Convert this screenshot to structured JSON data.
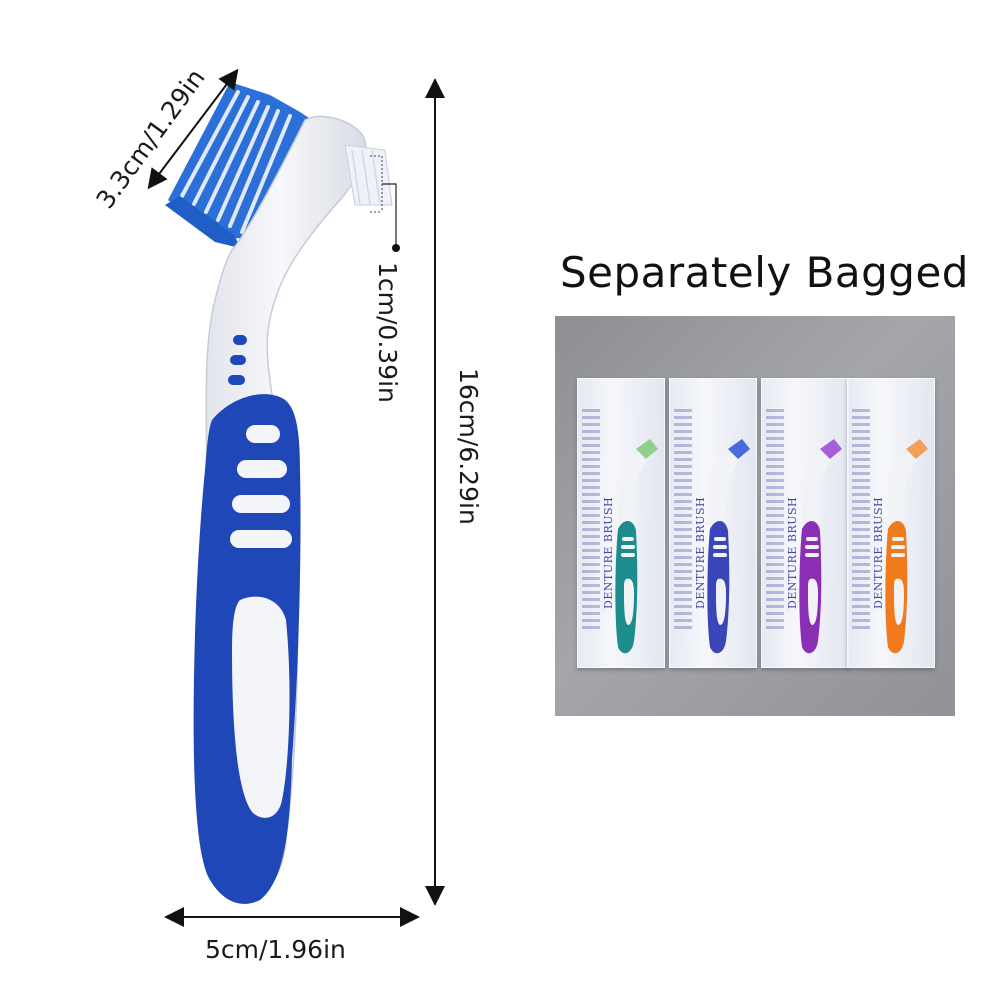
{
  "title": "Separately Bagged",
  "dimensions": {
    "brush_width": "3.3cm/1.29in",
    "small_brush": "1cm/0.39in",
    "length": "16cm/6.29in",
    "handle_width": "5cm/1.96in"
  },
  "bags": [
    {
      "color": "#1c8d8c",
      "bristle": "#8fd08a",
      "print_text": "DENTURE BRUSH"
    },
    {
      "color": "#3a45b8",
      "bristle": "#4a6ae0",
      "print_text": "DENTURE BRUSH"
    },
    {
      "color": "#8a2fb5",
      "bristle": "#a560d8",
      "print_text": "DENTURE BRUSH"
    },
    {
      "color": "#f07a1c",
      "bristle": "#f3a05a",
      "print_text": "DENTURE BRUSH"
    }
  ],
  "colors": {
    "brush_blue": "#1f47b8",
    "bristle_blue": "#2b7be0",
    "handle_white": "#f3f4f8"
  }
}
